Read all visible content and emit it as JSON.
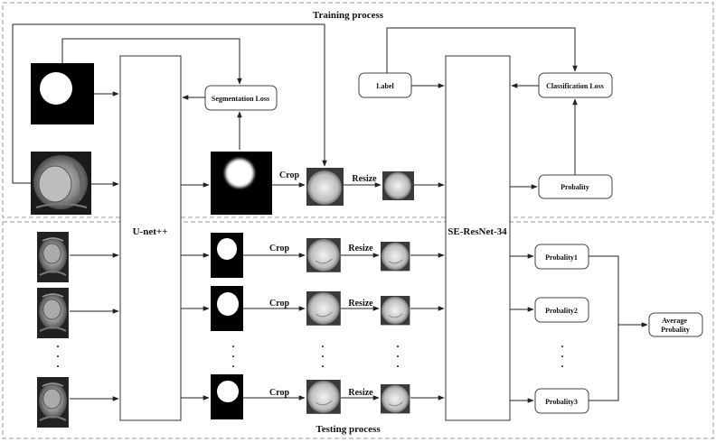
{
  "titles": {
    "training": "Training process",
    "testing": "Testing process"
  },
  "models": {
    "segmentation": "U-net++",
    "classification": "SE-ResNet-34"
  },
  "boxes": {
    "segmentation_loss": "Segmentation Loss",
    "label": "Label",
    "classification_loss": "Classification Loss",
    "probality": "Probality",
    "probality1": "Probality1",
    "probality2": "Probality2",
    "probality3": "Probality3",
    "average_line1": "Average",
    "average_line2": "Probality"
  },
  "ops": {
    "crop": "Crop",
    "resize": "Resize"
  },
  "ellipsis": "·"
}
